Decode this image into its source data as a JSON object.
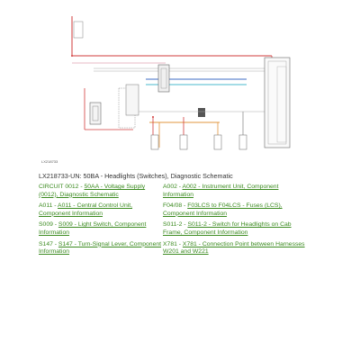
{
  "schematic": {
    "labels": {
      "battery_box": "",
      "a011": "",
      "a002": "",
      "s011": "",
      "x781": "",
      "f04": ""
    }
  },
  "image_id": "LX218733",
  "caption": "LX218733-UN: 50BA - Headlights (Switches), Diagnostic Schematic",
  "links": [
    {
      "code": "CIRCUIT 0012 - ",
      "text": "50AA - Voltage Supply (0012), Diagnostic Schematic"
    },
    {
      "code": "A002 - ",
      "text": "A002 - Instrument Unit, Component Information"
    },
    {
      "code": "A011 - ",
      "text": "A011 - Central Control Unit, Component Information"
    },
    {
      "code": "F04/08 - ",
      "text": "F03LCS to F04LCS - Fuses (LCS), Component Information"
    },
    {
      "code": "S009 - ",
      "text": "S009 - Light Switch, Component Information"
    },
    {
      "code": "S011-2 - ",
      "text": "S011-2 - Switch for Headlights on Cab Frame, Component Information"
    },
    {
      "code": "S147 - ",
      "text": "S147 - Turn-Signal Lever, Component Information"
    },
    {
      "code": "X781 - ",
      "text": "X781 - Connection Point between Harnesses W201 and W221"
    }
  ],
  "colors": {
    "red": "#d23b3b",
    "pink": "#e3a0b0",
    "blue": "#3d6bc4",
    "cyan": "#49b8cc",
    "orange": "#e2953c",
    "gray": "#909090",
    "link": "#3a8a1e"
  }
}
